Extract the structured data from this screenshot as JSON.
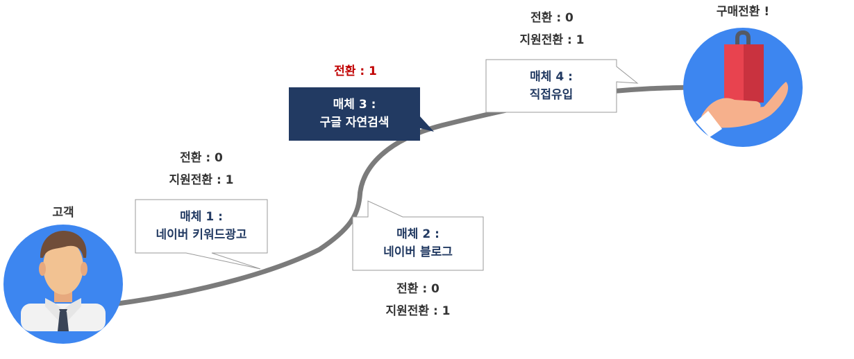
{
  "actors": {
    "customer_label": "고객",
    "purchase_label": "구매전환 !"
  },
  "media": [
    {
      "title": "매체 1 :",
      "name": "네이버 키워드광고",
      "conversion": "전환 : 0",
      "assist": "지원전환 : 1"
    },
    {
      "title": "매체 2 :",
      "name": "네이버 블로그",
      "conversion": "전환 : 0",
      "assist": "지원전환 : 1"
    },
    {
      "title": "매체 3 :",
      "name": "구글 자연검색",
      "conversion": "전환 : 1"
    },
    {
      "title": "매체 4 :",
      "name": "직접유입",
      "conversion": "전환 : 0",
      "assist": "지원전환 : 1"
    }
  ],
  "colors": {
    "path": "#7b7b7b",
    "circle": "#3d86f0",
    "highlight_box": "#223a62",
    "box_text": "#223a62",
    "highlight_text": "#c00000",
    "box_border": "#9a9a9a"
  },
  "icons": [
    "person-icon",
    "shopping-bag-hand-icon"
  ]
}
